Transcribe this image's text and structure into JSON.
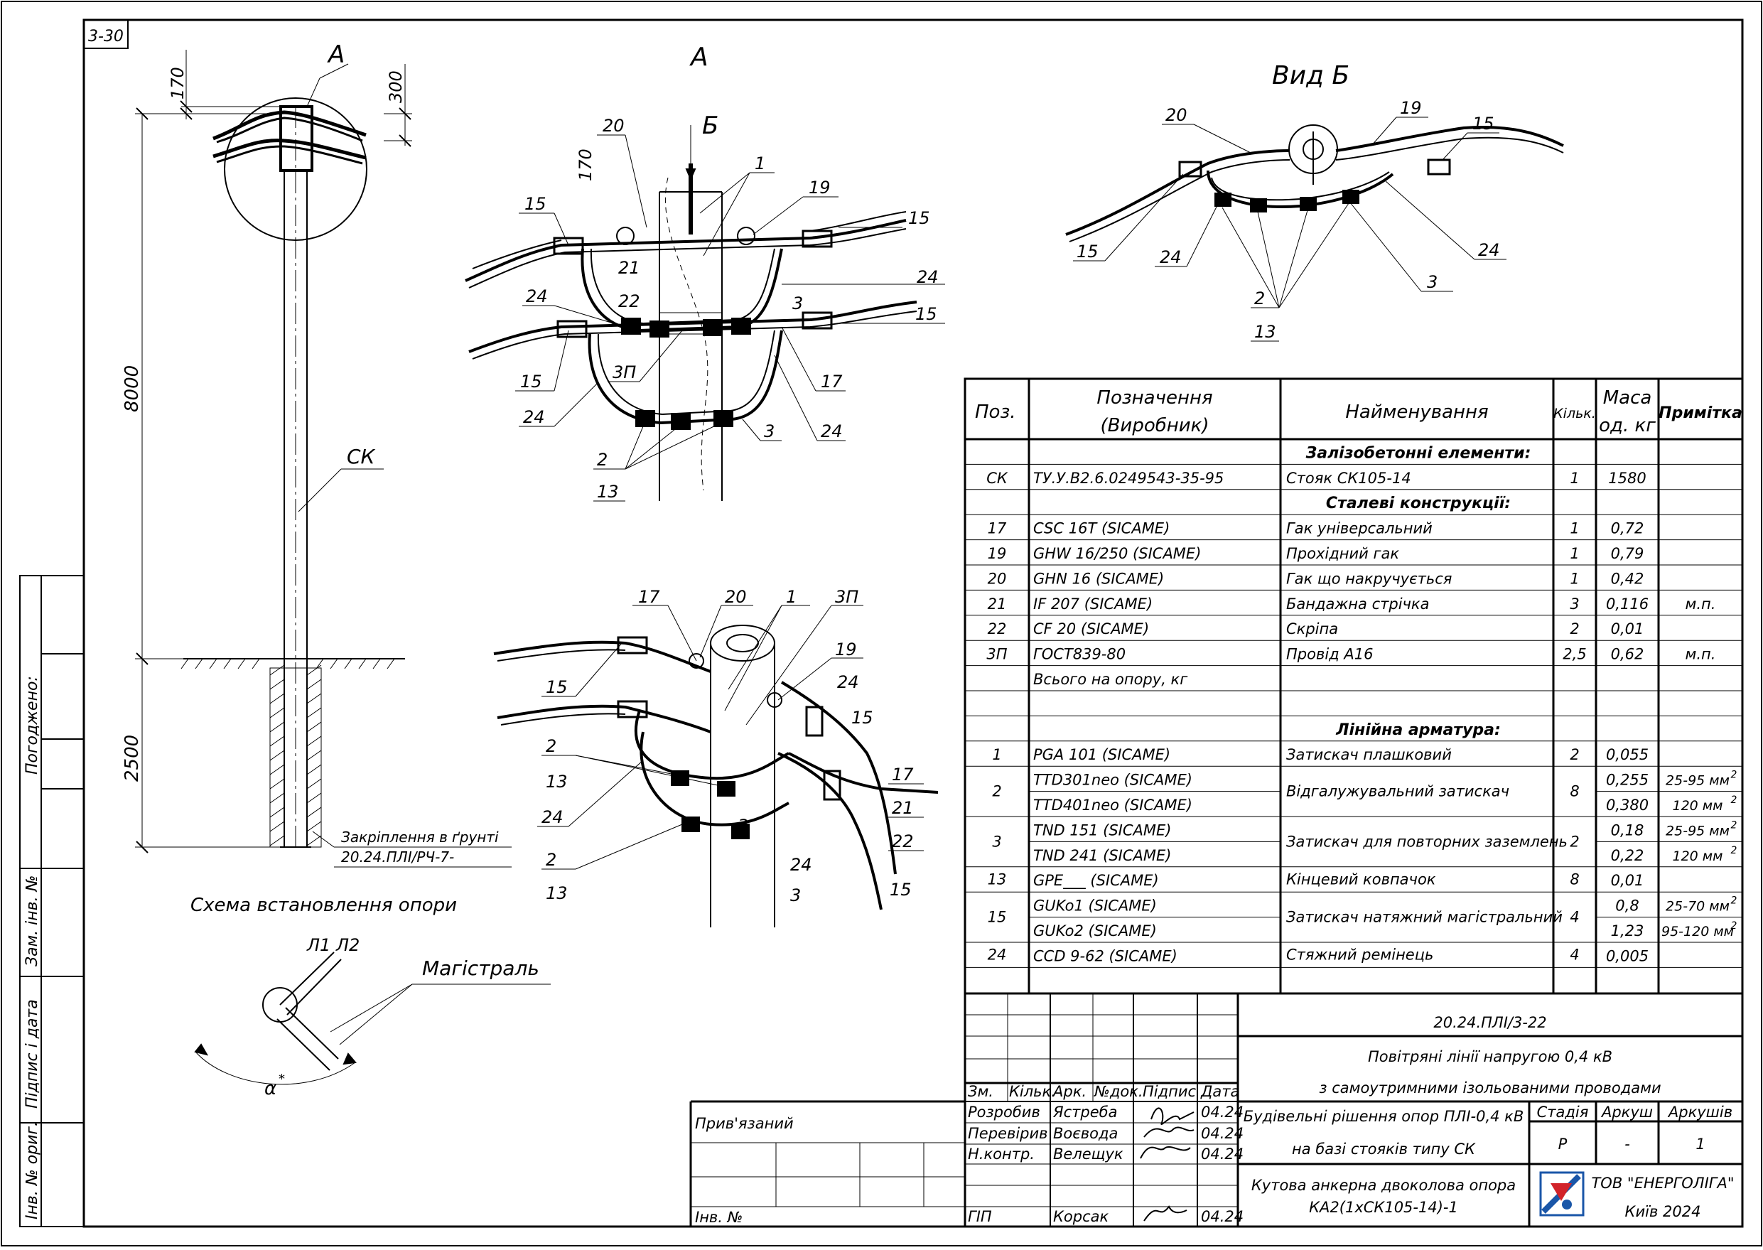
{
  "sheet_code": "3-30",
  "views": {
    "pole_label_a": "A",
    "dim_170": "170",
    "dim_300": "300",
    "dim_8000": "8000",
    "dim_2500": "2500",
    "pole_label": "СК",
    "fixing_label": "Закріплення в ґрунті",
    "fixing_ref": "20.24.ПЛІ/РЧ-7-",
    "scheme_caption": "Схема встановлення опори",
    "angle_l1l2": "Л1 Л2",
    "magistral": "Магістраль",
    "alpha": "α",
    "alpha_sup": "*",
    "view_a_title": "А",
    "view_a_b": "Б",
    "view_b_title": "Вид Б",
    "callouts_a": [
      "20",
      "170",
      "1",
      "19",
      "15",
      "15",
      "24",
      "21",
      "22",
      "3",
      "24",
      "15",
      "15",
      "3П",
      "17",
      "24",
      "3",
      "24",
      "2",
      "13"
    ],
    "callouts_iso": [
      "17",
      "20",
      "1",
      "3П",
      "19",
      "24",
      "15",
      "15",
      "2",
      "13",
      "24",
      "3",
      "17",
      "21",
      "22",
      "2",
      "13",
      "24",
      "3",
      "15"
    ],
    "callouts_b": [
      "20",
      "19",
      "15",
      "15",
      "24",
      "24",
      "3",
      "2",
      "13"
    ]
  },
  "spec_table": {
    "headers": {
      "pos": "Поз.",
      "designation_1": "Позначення",
      "designation_2": "(Виробник)",
      "name": "Найменування",
      "qty": "Кільк.",
      "mass_1": "Маса",
      "mass_2": "од. кг",
      "note": "Примітка"
    },
    "rows": [
      {
        "pos": "",
        "des": "",
        "name": "Залізобетонні елементи:",
        "qty": "",
        "mass": "",
        "note": "",
        "section": true
      },
      {
        "pos": "СК",
        "des": "ТУ.У.В2.6.0249543-35-95",
        "name": "Стояк СК105-14",
        "qty": "1",
        "mass": "1580",
        "note": ""
      },
      {
        "pos": "",
        "des": "",
        "name": "Сталеві конструкції:",
        "qty": "",
        "mass": "",
        "note": "",
        "section": true
      },
      {
        "pos": "17",
        "des": "CSC 16T   (SICAME)",
        "name": "Гак універсальний",
        "qty": "1",
        "mass": "0,72",
        "note": ""
      },
      {
        "pos": "19",
        "des": "GHW 16/250   (SICAME)",
        "name": "Прохідний гак",
        "qty": "1",
        "mass": "0,79",
        "note": ""
      },
      {
        "pos": "20",
        "des": "GHN 16   (SICAME)",
        "name": "Гак що накручується",
        "qty": "1",
        "mass": "0,42",
        "note": ""
      },
      {
        "pos": "21",
        "des": "IF 207   (SICAME)",
        "name": "Бандажна стрічка",
        "qty": "3",
        "mass": "0,116",
        "note": "м.п."
      },
      {
        "pos": "22",
        "des": "CF 20   (SICAME)",
        "name": "Скріпа",
        "qty": "2",
        "mass": "0,01",
        "note": ""
      },
      {
        "pos": "3П",
        "des": "ГОСТ839-80",
        "name": "Провід А16",
        "qty": "2,5",
        "mass": "0,62",
        "note": "м.п."
      },
      {
        "pos": "",
        "des": "Всього на опору, кг",
        "name": "",
        "qty": "",
        "mass": "",
        "note": ""
      },
      {
        "pos": "",
        "des": "",
        "name": "",
        "qty": "",
        "mass": "",
        "note": ""
      },
      {
        "pos": "",
        "des": "",
        "name": "Лінійна арматура:",
        "qty": "",
        "mass": "",
        "note": "",
        "section": true
      },
      {
        "pos": "1",
        "des": "PGA  101   (SICAME)",
        "name": "Затискач плашковий",
        "qty": "2",
        "mass": "0,055",
        "note": ""
      }
    ],
    "merged_rows": [
      {
        "pos": "2",
        "des": [
          "TTD301neo   (SICAME)",
          "TTD401neo   (SICAME)"
        ],
        "name": "Відгалужувальний затискач",
        "qty": "8",
        "mass": [
          "0,255",
          "0,380"
        ],
        "note": [
          "25-95 мм",
          "120 мм"
        ]
      },
      {
        "pos": "3",
        "des": [
          "TND  151   (SICAME)",
          "TND  241   (SICAME)"
        ],
        "name": "Затискач для повторних заземлень",
        "qty": "2",
        "mass": [
          "0,18",
          "0,22"
        ],
        "note": [
          "25-95 мм",
          "120 мм"
        ]
      },
      {
        "pos": "13",
        "des": [
          "GPE___   (SICAME)"
        ],
        "name": "Кінцевий ковпачок",
        "qty": "8",
        "mass": [
          "0,01"
        ],
        "note": [
          ""
        ]
      },
      {
        "pos": "15",
        "des": [
          "GUKo1  (SICAME)",
          "GUKo2   (SICAME)"
        ],
        "name": "Затискач натяжний магістральний",
        "qty": "4",
        "mass": [
          "0,8",
          "1,23"
        ],
        "note": [
          "25-70 мм",
          "95-120 мм"
        ]
      },
      {
        "pos": "24",
        "des": [
          "CCD  9-62   (SICAME)"
        ],
        "name": "Стяжний ремінець",
        "qty": "4",
        "mass": [
          "0,005"
        ],
        "note": [
          ""
        ]
      }
    ],
    "note_sup": "2"
  },
  "title_block": {
    "doc_number": "20.24.ПЛІ/3-22",
    "project_title_1": "Повітряні лінії напругою 0,4 кВ",
    "project_title_2": "з самоутримними ізольованими проводами",
    "col_zm": "Зм.",
    "col_kilk": "Кільк.",
    "col_ark": "Арк.",
    "col_ndok": "№док.",
    "col_pidpys": "Підпис",
    "col_data": "Дата",
    "roles": [
      {
        "role": "Розробив",
        "name": "Ястреба",
        "date": "04.24"
      },
      {
        "role": "Перевірив",
        "name": "Воєвода",
        "date": "04.24"
      },
      {
        "role": "Н.контр.",
        "name": "Велещук",
        "date": "04.24"
      },
      {
        "role": "ГІП",
        "name": "Корсак",
        "date": "04.24"
      }
    ],
    "section_title_1": "Будівельні рішення опор ПЛІ-0,4 кВ",
    "section_title_2": "на базі стояків типу СК",
    "stage_label": "Стадія",
    "sheet_label": "Аркуш",
    "sheets_label": "Аркушів",
    "stage": "Р",
    "sheet": "-",
    "sheets": "1",
    "drawing_title_1": "Кутова анкерна двоколова опора",
    "drawing_title_2": "КА2(1хСК105-14)-1",
    "company": "ТОВ \"ЕНЕРГОЛІГА\"",
    "city_year": "Київ 2024",
    "privyazany": "Прив'язаний",
    "inv_no": "Інв. №"
  },
  "side_stamp": {
    "pogodzheno": "Погоджено:",
    "zam_inv": "Зам. інв. №",
    "pidpys_data": "Підпис і дата",
    "inv_orig": "Інв. № ориг."
  }
}
